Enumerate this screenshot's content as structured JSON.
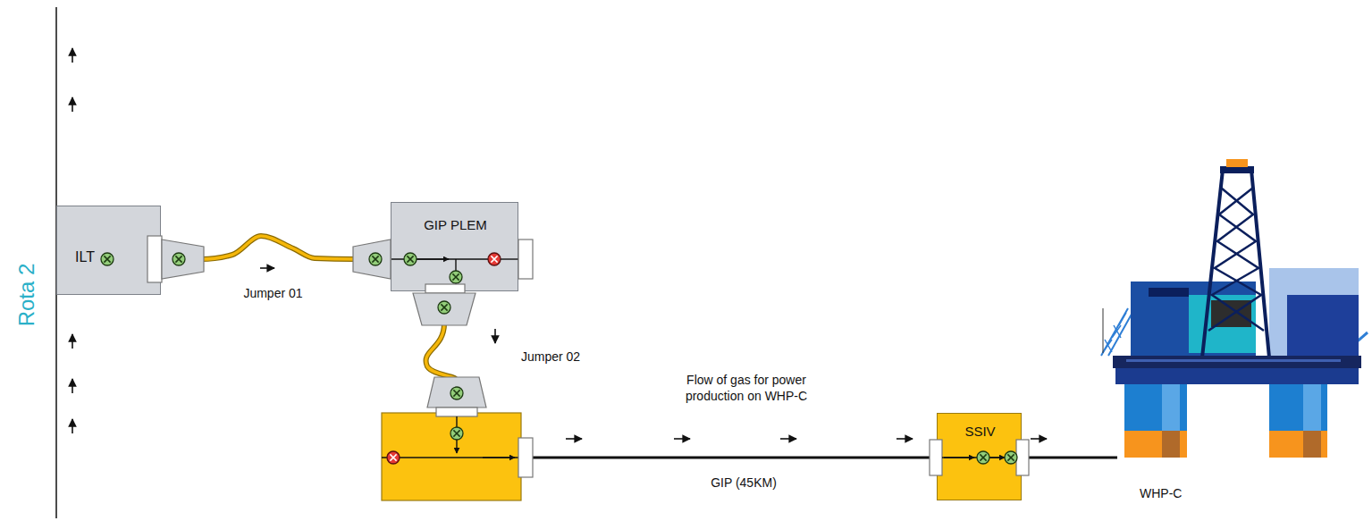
{
  "diagram": {
    "nodes": [
      {
        "text": [
          "ILT"
        ]
      },
      {
        "text": [
          "GIP PLEM"
        ]
      },
      {
        "text": [
          "SSIV"
        ]
      },
      {
        "text": [
          "WHP-C"
        ]
      }
    ],
    "edges": [
      {
        "from": 0,
        "to": 1,
        "arrow": "none",
        "label": "Jumper 01"
      },
      {
        "from": 2,
        "to": 3,
        "arrow": "none"
      }
    ],
    "labels": [
      "Rota 2",
      "Jumper 02",
      "Flow of gas for power production on WHP-C",
      "GIP (45KM)"
    ]
  }
}
